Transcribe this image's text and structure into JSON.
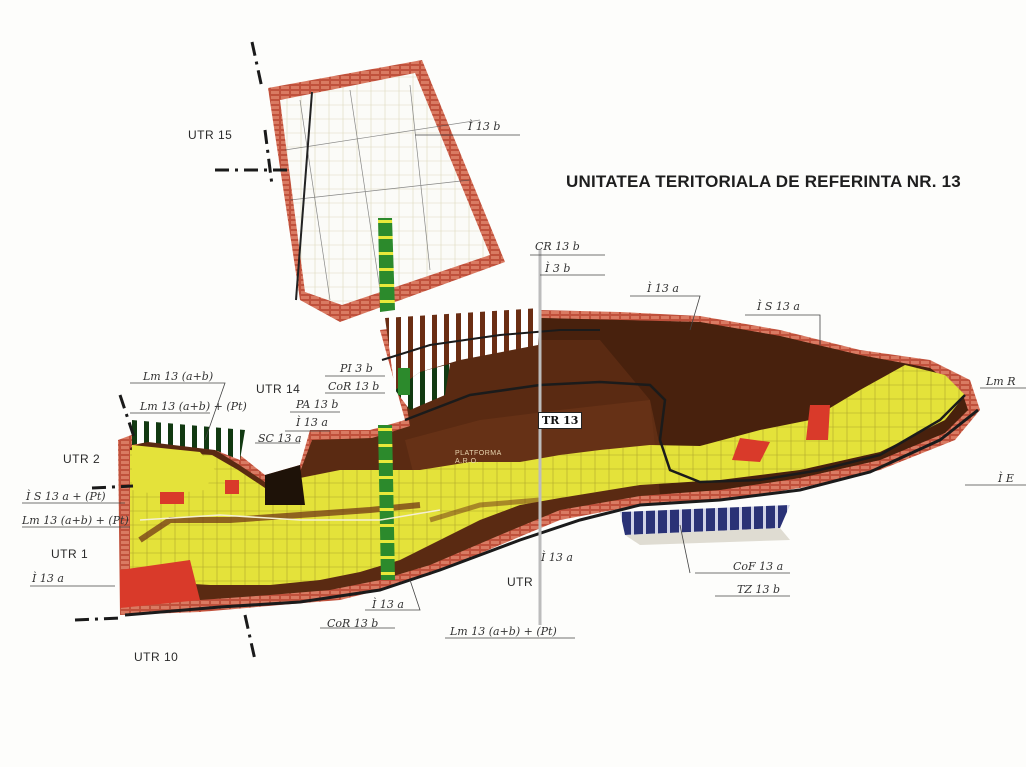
{
  "title": "UNITATEA TERITORIALA DE REFERINTA NR. 13",
  "badge": "TR 13",
  "platform_label": "PLATFORMA",
  "platform_sub": "A.R.O.",
  "utr_labels": {
    "utr15": "UTR 15",
    "utr14": "UTR 14",
    "utr2": "UTR 2",
    "utr1": "UTR 1",
    "utr10": "UTR 10",
    "utr": "UTR"
  },
  "zone_labels": {
    "z_i13b_top": "Ì 13 b",
    "z_cr13b": "CR 13 b",
    "z_i3b": "Ì 3 b",
    "z_i13a_top": "Ì 13 a",
    "z_is13a": "Ì S 13 a",
    "z_lmr": "Lm R",
    "z_pi3b": "PI 3 b",
    "z_cor13b_mid": "CoR 13 b",
    "z_pa13b": "PA 13 b",
    "z_i13a_mid": "Ì 13 a",
    "z_sc13a": "SC 13 a",
    "z_lm13_b": "Lm 13 (a+b)",
    "z_lm13_pt": "Lm 13 (a+b) + (Pt)",
    "z_is13a_pt": "Ì S 13 a + (Pt)",
    "z_lm13_pt2": "Lm 13 (a+b) + (Pt)",
    "z_i13a_left": "Ì 13 a",
    "z_i13a_low": "Ì 13 a",
    "z_lm13_low": "Lm 13 (a+b) + (Pt)",
    "z_cor13b_low": "CoR 13 b",
    "z_i13a_bottom": "Ì 13 a",
    "z_cofi13a": "CoF 13 a",
    "z_tz13b": "TZ 13 b",
    "z_ie": "Ì E"
  },
  "colors": {
    "dark_brown": "#5a2a12",
    "brown": "#7b3a1a",
    "yellow": "#e4e23a",
    "red": "#d93a2a",
    "green": "#2a7a2a",
    "navy": "#232b6a",
    "brick": "#b84a35"
  }
}
